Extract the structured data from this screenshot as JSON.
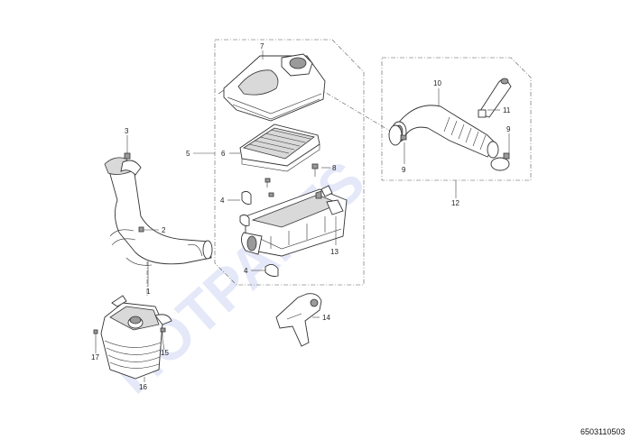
{
  "watermark": "HOTPARTS",
  "drawing_code": "6503110503",
  "callouts": {
    "c1": "1",
    "c2": "2",
    "c3": "3",
    "c4a": "4",
    "c4b": "4",
    "c5": "5",
    "c6": "6",
    "c7": "7",
    "c8": "8",
    "c9a": "9",
    "c9b": "9",
    "c10": "10",
    "c11": "11",
    "c12": "12",
    "c13": "13",
    "c14": "14",
    "c15": "15",
    "c16": "16",
    "c17": "17"
  },
  "colors": {
    "line": "#333333",
    "watermark": "#e4e8f8",
    "background": "#ffffff"
  }
}
